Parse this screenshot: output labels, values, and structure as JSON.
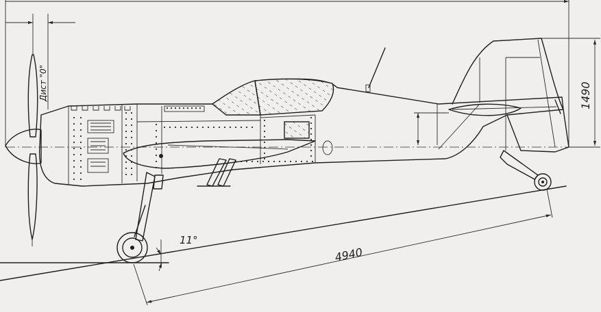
{
  "drawing": {
    "angle_label": "11°",
    "wheelbase_label": "4940",
    "height_label": "1490",
    "prop_label": "Дист \"0\""
  },
  "colors": {
    "paper": "#f1efed",
    "ink": "#1e1e1e"
  }
}
